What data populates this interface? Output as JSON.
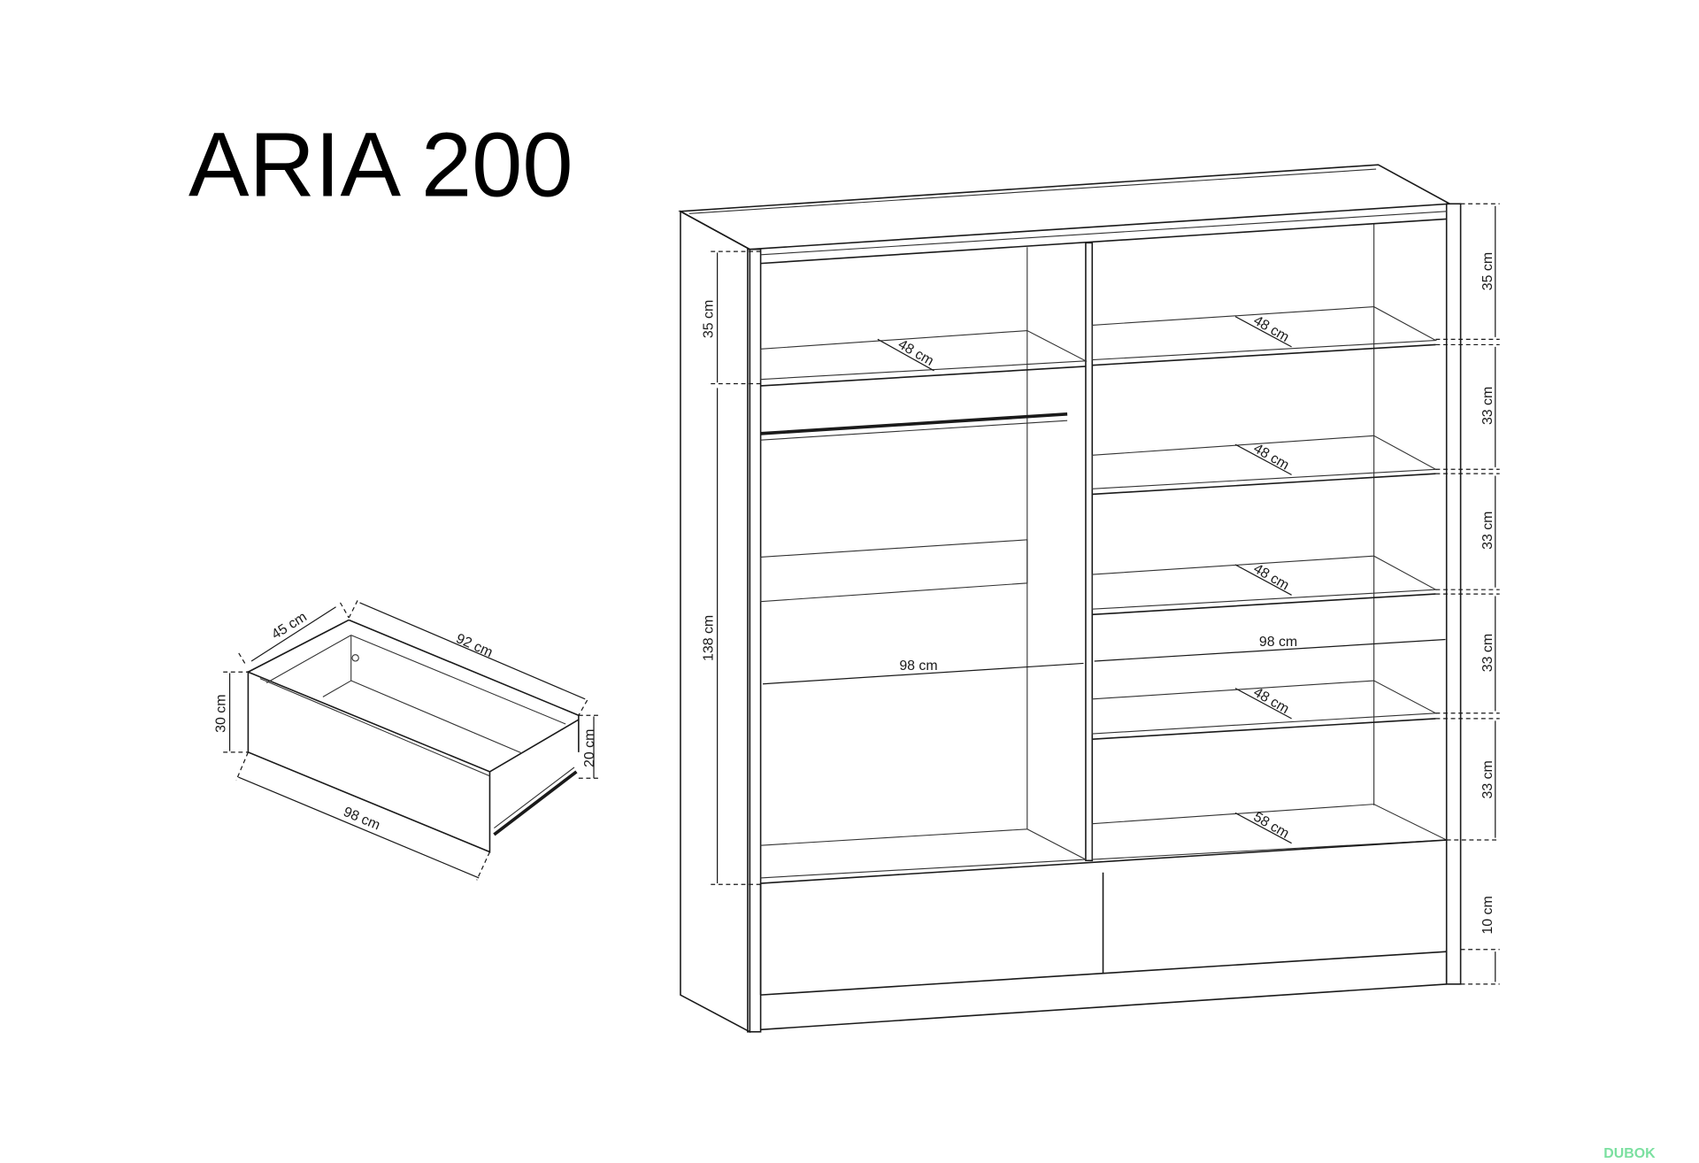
{
  "title": "ARIA 200",
  "drawer": {
    "depth": "45 cm",
    "inner_width": "92 cm",
    "front_height": "30 cm",
    "side_height": "20 cm",
    "front_width": "98 cm"
  },
  "wardrobe": {
    "left_top_height": "35 cm",
    "left_hanging_height": "138 cm",
    "left_shelf_depth": "48 cm",
    "left_width": "98 cm",
    "right_width": "98 cm",
    "right_heights": [
      "35 cm",
      "33 cm",
      "33 cm",
      "33 cm",
      "33 cm",
      "10 cm"
    ],
    "right_shelf_depths": [
      "48 cm",
      "48 cm",
      "48 cm",
      "48 cm",
      "58 cm"
    ]
  },
  "watermark": "DUBOK",
  "colors": {
    "line": "#1a1a1a",
    "watermark": "#7be0a0"
  }
}
